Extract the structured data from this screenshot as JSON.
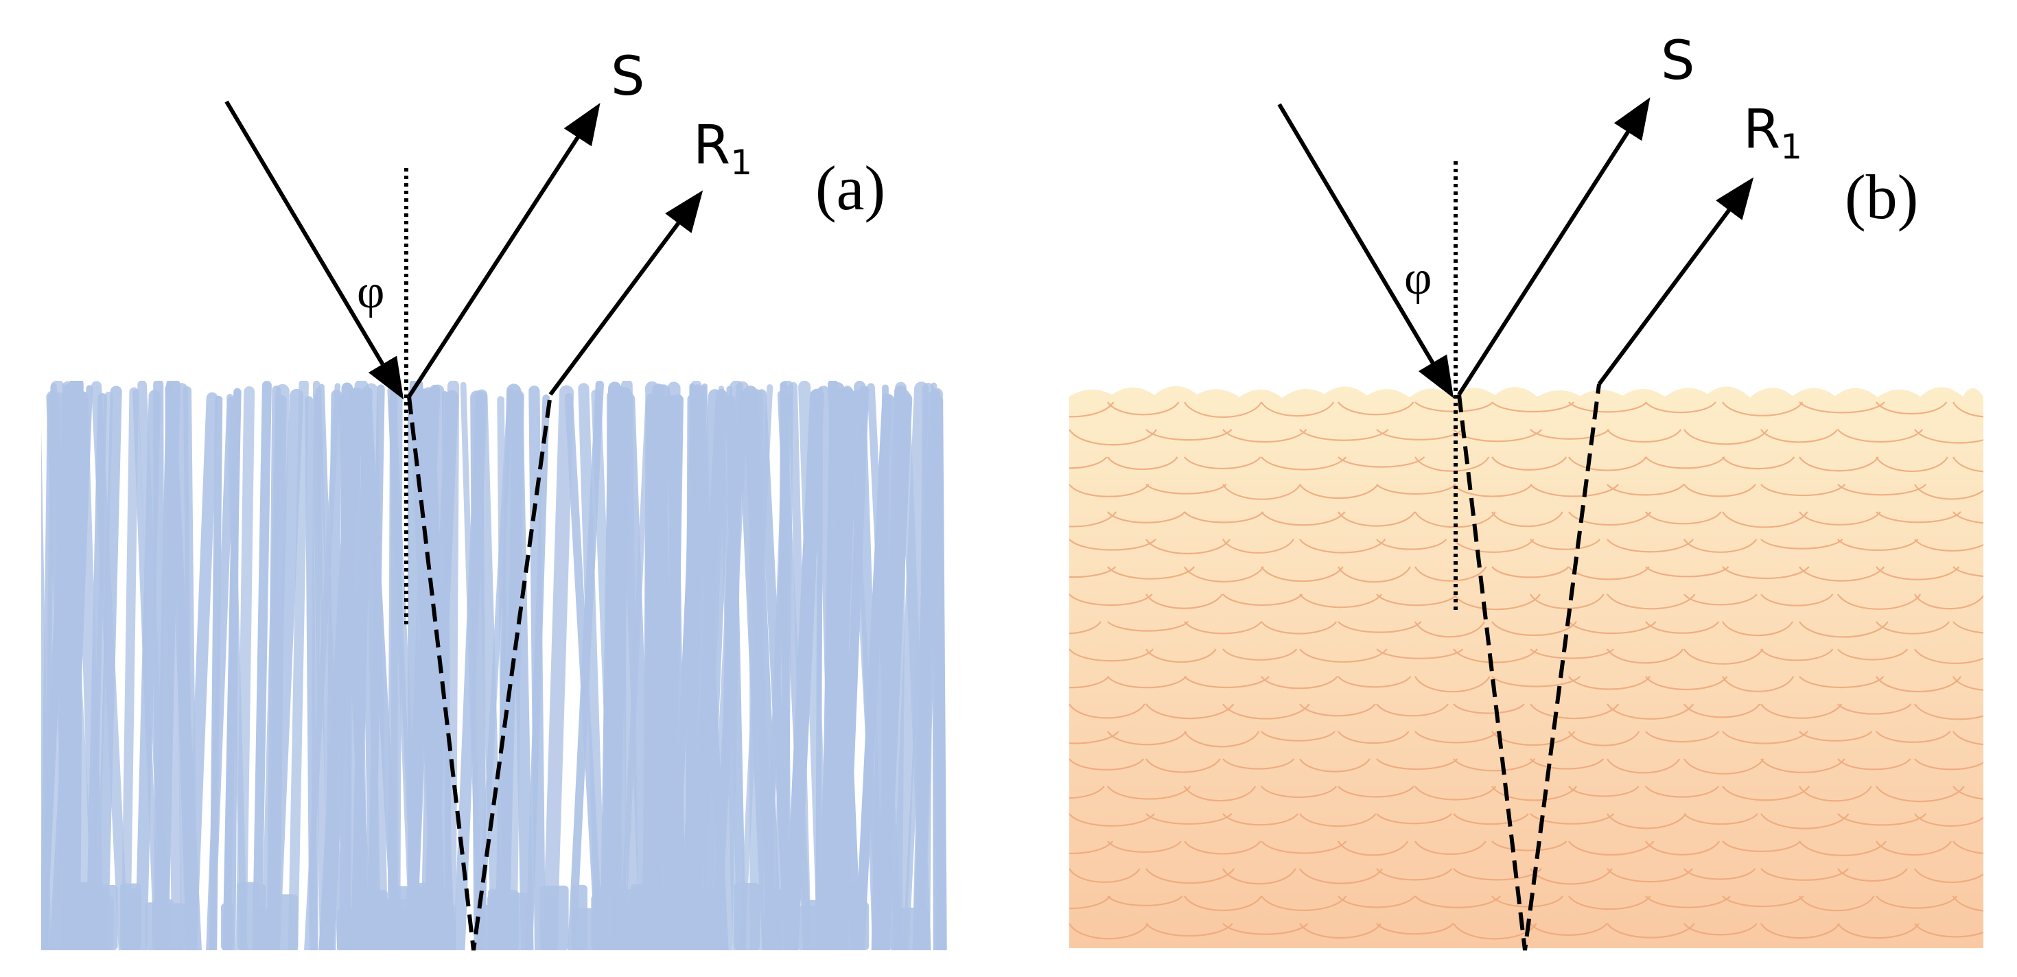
{
  "panels": [
    {
      "id": "a",
      "panel_label": "(a)",
      "material": "fibrous",
      "color": "#aec3e6",
      "angle_label": "φ",
      "ray_labels": {
        "specular": "S",
        "refracted": "R",
        "refracted_subscript": "1"
      }
    },
    {
      "id": "b",
      "panel_label": "(b)",
      "material": "scaly",
      "color_top": "#fdecc8",
      "color_bottom": "#f8c8a0",
      "scale_line_color": "#f0a878",
      "angle_label": "φ",
      "ray_labels": {
        "specular": "S",
        "refracted": "R",
        "refracted_subscript": "1"
      }
    }
  ],
  "line_color": "#000000"
}
